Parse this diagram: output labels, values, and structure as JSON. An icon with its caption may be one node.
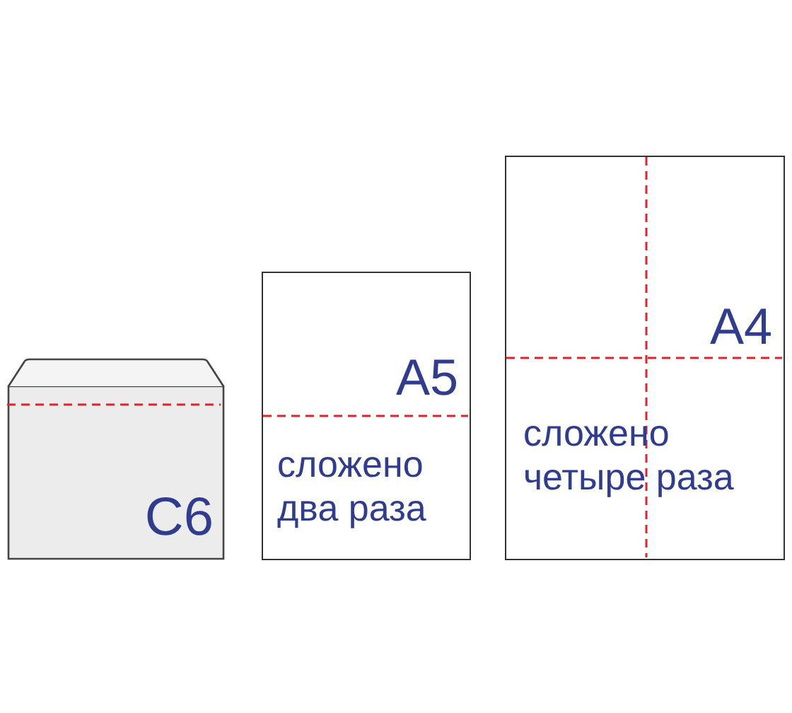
{
  "diagram": {
    "nodes": [
      {
        "text": [
          "C6"
        ]
      },
      {
        "text": [
          "A5",
          "сложено два раза"
        ]
      },
      {
        "text": [
          "A4",
          "сложено четыре раза"
        ]
      }
    ]
  }
}
